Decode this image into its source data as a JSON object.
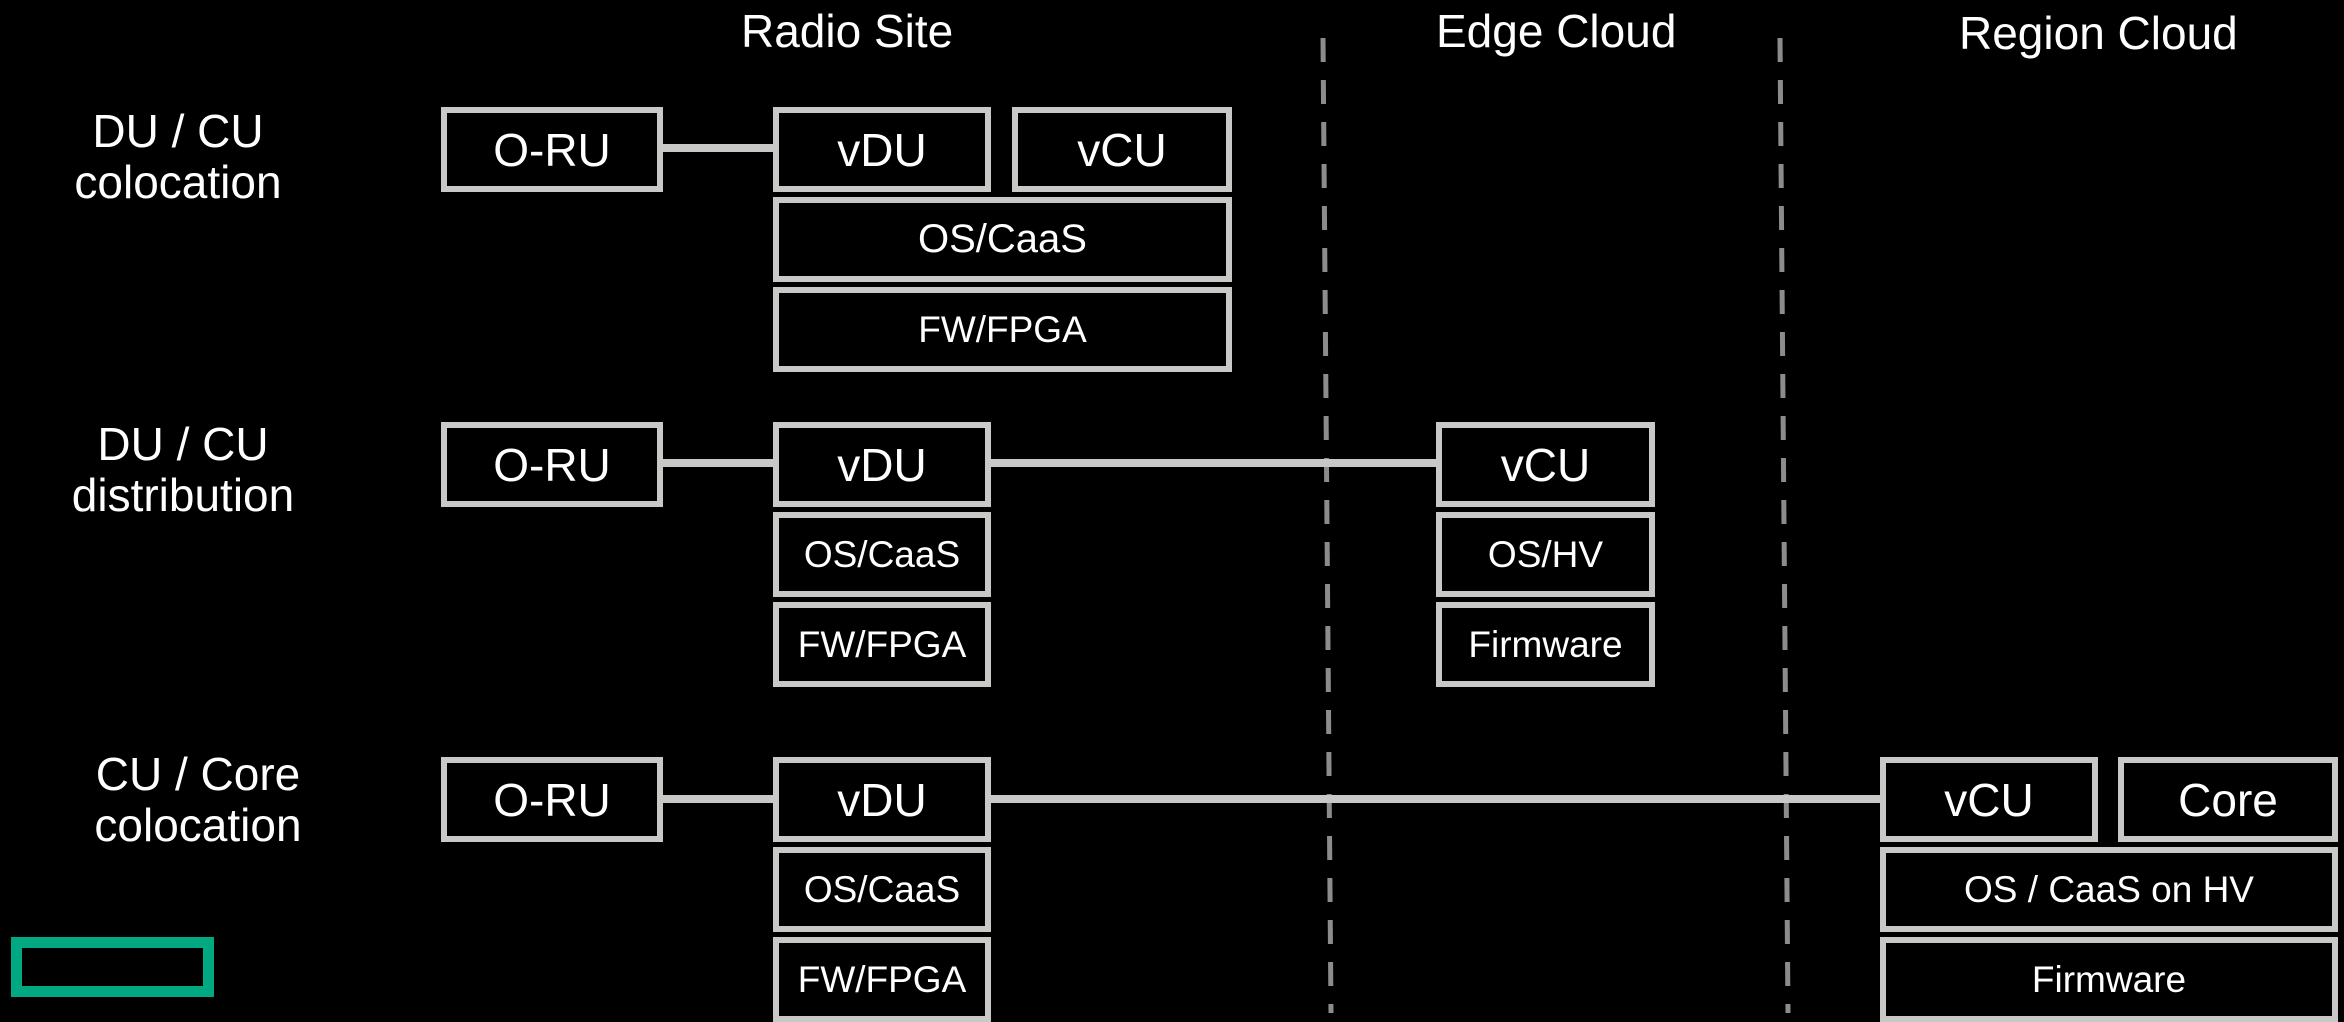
{
  "columns": {
    "radio_site": "Radio Site",
    "edge_cloud": "Edge Cloud",
    "region_cloud": "Region Cloud"
  },
  "rows": [
    {
      "label_line1": "DU / CU",
      "label_line2": "colocation",
      "oru": "O-RU",
      "vdu": "vDU",
      "vcu": "vCU",
      "os": "OS/CaaS",
      "fw": "FW/FPGA"
    },
    {
      "label_line1": "DU / CU",
      "label_line2": "distribution",
      "oru": "O-RU",
      "vdu": "vDU",
      "os": "OS/CaaS",
      "fw": "FW/FPGA",
      "vcu": "vCU",
      "edge_os": "OS/HV",
      "edge_fw": "Firmware"
    },
    {
      "label_line1": "CU / Core",
      "label_line2": "colocation",
      "oru": "O-RU",
      "vdu": "vDU",
      "os": "OS/CaaS",
      "fw": "FW/FPGA",
      "vcu": "vCU",
      "core": "Core",
      "region_os": "OS / CaaS on HV",
      "region_fw": "Firmware"
    }
  ],
  "colors": {
    "background": "#000000",
    "box_border": "#c8c8c6",
    "divider": "#8c8c8c",
    "logo_accent": "#01a982"
  },
  "icons": {
    "logo": "hpe-element-logo"
  }
}
